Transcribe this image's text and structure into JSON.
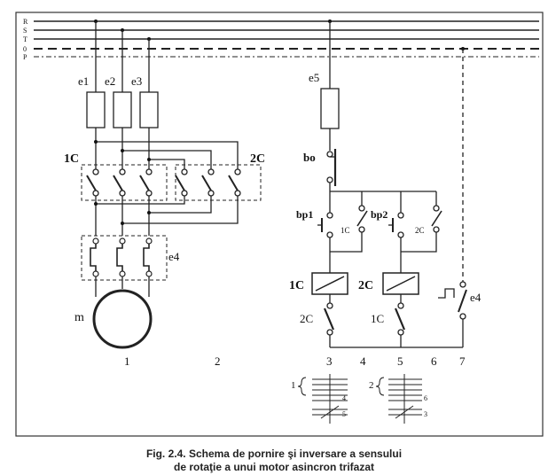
{
  "bus_labels": [
    "R",
    "S",
    "T",
    "0",
    "P"
  ],
  "fuse_labels": [
    "e1",
    "e2",
    "e3"
  ],
  "fuse_control": "e5",
  "contactor_labels": [
    "1C",
    "2C"
  ],
  "thermal_relay": "e4",
  "motor": "m",
  "section_numbers": [
    "1",
    "2"
  ],
  "stop_button": "bo",
  "start_buttons": [
    "bp1",
    "bp2"
  ],
  "selfhold_labels": [
    "1C",
    "2C"
  ],
  "coil_labels": [
    "1C",
    "2C"
  ],
  "interlock_labels": [
    "2C",
    "1C"
  ],
  "thermal_contact": "e4",
  "node_numbers": [
    "3",
    "4",
    "5",
    "6",
    "7"
  ],
  "legend": {
    "group1": "1",
    "group1_nums": [
      "4",
      "5"
    ],
    "group2": "2",
    "group2_nums": [
      "6",
      "3"
    ]
  },
  "caption": {
    "line1": "Fig. 2.4. Schema de pornire şi inversare a sensului",
    "line2": "de rotaţie a unui motor asincron trifazat"
  }
}
